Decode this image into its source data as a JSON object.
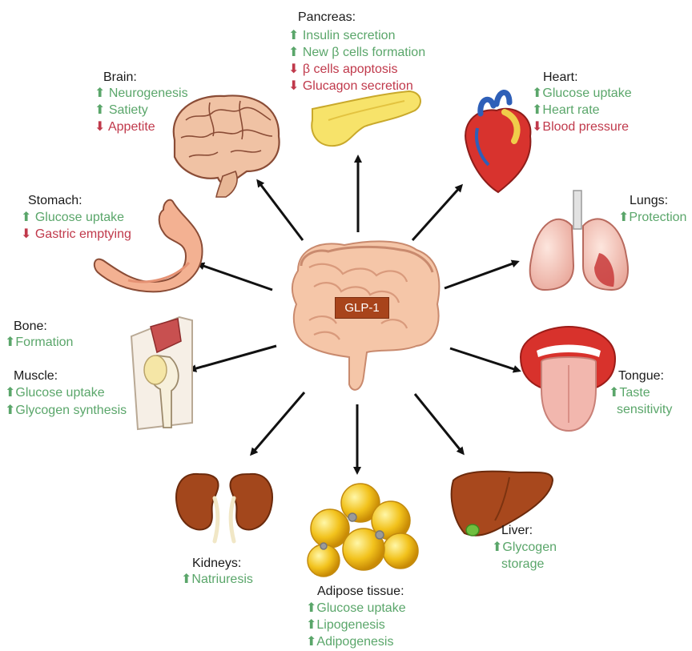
{
  "center": {
    "label": "GLP-1"
  },
  "colors": {
    "increase": "#5aa66a",
    "decrease": "#c0394b",
    "arrow": "#111111",
    "center_badge": "#a8441b"
  },
  "organs": {
    "pancreas": {
      "title": "Pancreas:",
      "effects": [
        "⬆ Insulin secretion",
        "⬆ New β cells formation",
        "⬇ β cells apoptosis",
        "⬇ Glucagon secretion"
      ]
    },
    "brain": {
      "title": "Brain:",
      "effects": [
        "⬆ Neurogenesis",
        "⬆ Satiety",
        "⬇ Appetite"
      ]
    },
    "heart": {
      "title": "Heart:",
      "effects": [
        "⬆Glucose uptake",
        "⬆Heart rate",
        "⬇Blood pressure"
      ]
    },
    "stomach": {
      "title": "Stomach:",
      "effects": [
        "⬆ Glucose uptake",
        "⬇ Gastric emptying"
      ]
    },
    "lungs": {
      "title": "Lungs:",
      "effects": [
        "⬆Protection"
      ]
    },
    "bone": {
      "title": "Bone:",
      "effects": [
        "⬆Formation"
      ]
    },
    "muscle": {
      "title": "Muscle:",
      "effects": [
        "⬆Glucose uptake",
        "⬆Glycogen synthesis"
      ]
    },
    "tongue": {
      "title": "Tongue:",
      "effects": [
        "⬆Taste",
        "sensitivity"
      ]
    },
    "kidneys": {
      "title": "Kidneys:",
      "effects": [
        "⬆Natriuresis"
      ]
    },
    "adipose": {
      "title": "Adipose tissue:",
      "effects": [
        "⬆Glucose uptake",
        "⬆Lipogenesis",
        "⬆Adipogenesis"
      ]
    },
    "liver": {
      "title": "Liver:",
      "effects": [
        "⬆Glycogen",
        "storage"
      ]
    }
  }
}
